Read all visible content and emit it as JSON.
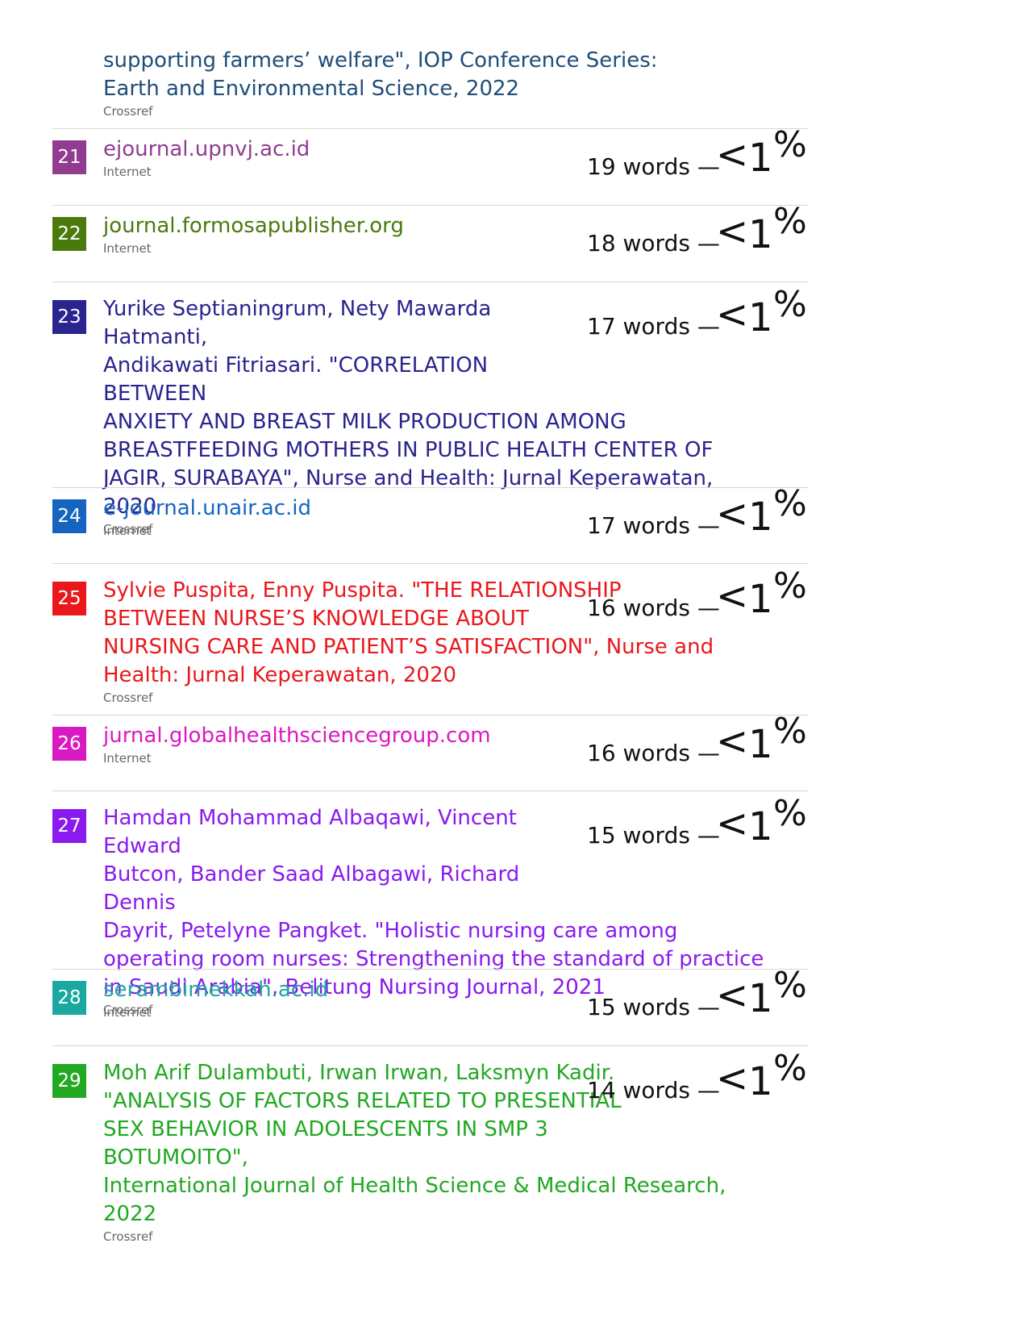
{
  "continued_entry": {
    "title": "supporting farmers’ welfare\", IOP Conference Series: Earth and Environmental Science, 2022",
    "source_type": "Crossref",
    "color": "#1f4e79"
  },
  "entries": [
    {
      "number": "21",
      "color": "#913b91",
      "title": "ejournal.upnvj.ac.id",
      "source_type": "Internet",
      "words": "19 words —",
      "lt": "<",
      "one": "1",
      "pct": "%"
    },
    {
      "number": "22",
      "color": "#4a7a0c",
      "title": "journal.formosapublisher.org",
      "source_type": "Internet",
      "words": "18 words —",
      "lt": "<",
      "one": "1",
      "pct": "%"
    },
    {
      "number": "23",
      "color": "#2a248f",
      "title": "Yurike Septianingrum, Nety Mawarda Hatmanti, Andikawati Fitriasari. \"CORRELATION BETWEEN ANXIETY AND BREAST MILK PRODUCTION AMONG BREASTFEEDING MOTHERS IN PUBLIC HEALTH CENTER OF JAGIR, SURABAYA\", Nurse and Health: Jurnal Keperawatan, 2020",
      "source_type": "Crossref",
      "words": "17 words —",
      "lt": "<",
      "one": "1",
      "pct": "%"
    },
    {
      "number": "24",
      "color": "#1565c0",
      "title": "e-journal.unair.ac.id",
      "source_type": "Internet",
      "words": "17 words —",
      "lt": "<",
      "one": "1",
      "pct": "%"
    },
    {
      "number": "25",
      "color": "#e8181c",
      "title": "Sylvie Puspita, Enny Puspita. \"THE RELATIONSHIP BETWEEN NURSE’S KNOWLEDGE ABOUT NURSING CARE AND PATIENT’S SATISFACTION\", Nurse and Health: Jurnal Keperawatan, 2020",
      "source_type": "Crossref",
      "words": "16 words —",
      "lt": "<",
      "one": "1",
      "pct": "%"
    },
    {
      "number": "26",
      "color": "#d91ac3",
      "title": "jurnal.globalhealthsciencegroup.com",
      "source_type": "Internet",
      "words": "16 words —",
      "lt": "<",
      "one": "1",
      "pct": "%"
    },
    {
      "number": "27",
      "color": "#8a1aed",
      "title": "Hamdan Mohammad Albaqawi, Vincent Edward Butcon, Bander Saad Albagawi, Richard Dennis Dayrit, Petelyne Pangket. \"Holistic nursing care among operating room nurses: Strengthening the standard of practice in Saudi Arabia\", Belitung Nursing Journal, 2021",
      "source_type": "Crossref",
      "words": "15 words —",
      "lt": "<",
      "one": "1",
      "pct": "%"
    },
    {
      "number": "28",
      "color": "#1aa8a0",
      "title": "serambimekkah.ac.id",
      "source_type": "Internet",
      "words": "15 words —",
      "lt": "<",
      "one": "1",
      "pct": "%"
    },
    {
      "number": "29",
      "color": "#22a822",
      "title": "Moh Arif Dulambuti, Irwan Irwan, Laksmyn Kadir. \"ANALYSIS OF FACTORS RELATED TO PRESENTIAL SEX BEHAVIOR IN ADOLESCENTS IN SMP 3 BOTUMOITO\", International Journal of Health Science & Medical Research, 2022",
      "source_type": "Crossref",
      "words": "14 words —",
      "lt": "<",
      "one": "1",
      "pct": "%"
    }
  ]
}
